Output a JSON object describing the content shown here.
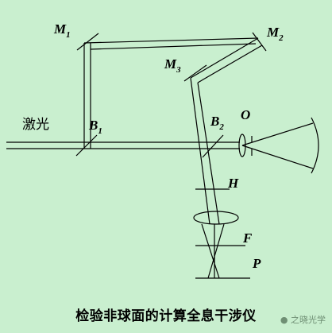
{
  "labels": {
    "m1_main": "M",
    "m1_sub": "1",
    "m2_main": "M",
    "m2_sub": "2",
    "m3_main": "M",
    "m3_sub": "3",
    "b1_main": "B",
    "b1_sub": "1",
    "b2_main": "B",
    "b2_sub": "2",
    "o": "O",
    "h": "H",
    "f": "F",
    "p": "P",
    "laser": "激光"
  },
  "caption": "检验非球面的计算全息干涉仪",
  "watermark": "之晓光学",
  "colors": {
    "background": "#c9efcf",
    "stroke": "#000000"
  }
}
